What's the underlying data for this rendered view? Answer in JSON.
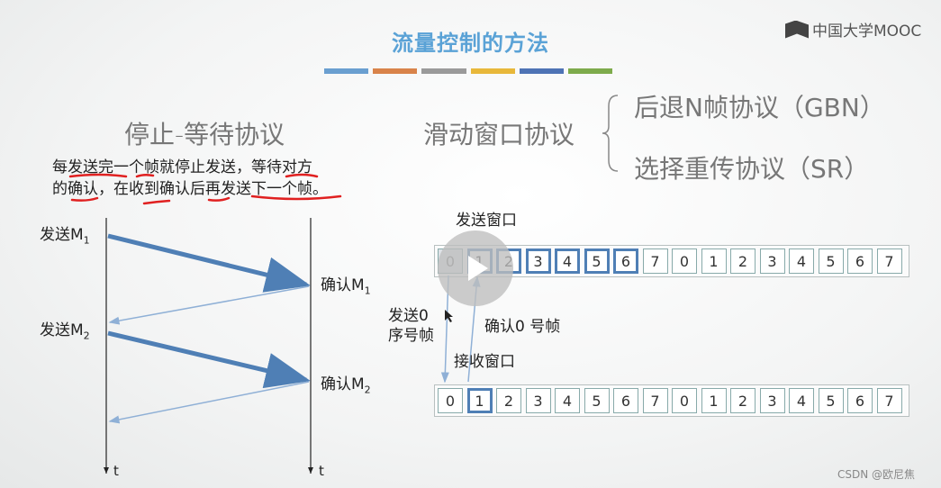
{
  "slide": {
    "title": "流量控制的方法",
    "logo_text": "中国大学MOOC",
    "title_bar_colors": [
      "#6a9fd0",
      "#d9834a",
      "#9a9a9a",
      "#e8b83a",
      "#4e73b5",
      "#7eab4c"
    ],
    "left_heading": "停止-等待协议",
    "right_heading": "滑动窗口协议",
    "gbn_label": "后退N帧协议（GBN）",
    "sr_label": "选择重传协议（SR）",
    "desc_line1": "每发送完一个帧就停止发送，等待对方",
    "desc_line2": "的确认，在收到确认后再发送下一个帧。",
    "send_m1": "发送M",
    "send_m1_sub": "1",
    "send_m2": "发送M",
    "send_m2_sub": "2",
    "ack_m1": "确认M",
    "ack_m1_sub": "1",
    "ack_m2": "确认M",
    "ack_m2_sub": "2",
    "time_left": "t",
    "time_right": "t",
    "send_window_label": "发送窗口",
    "recv_window_label": "接收窗口",
    "send_seq_label_1": "发送0",
    "send_seq_label_2": "序号帧",
    "ack0_label": "确认0 号帧",
    "sender_sequence": [
      "0",
      "1",
      "2",
      "3",
      "4",
      "5",
      "6",
      "7",
      "0",
      "1",
      "2",
      "3",
      "4",
      "5",
      "6",
      "7"
    ],
    "receiver_sequence": [
      "0",
      "1",
      "2",
      "3",
      "4",
      "5",
      "6",
      "7",
      "0",
      "1",
      "2",
      "3",
      "4",
      "5",
      "6",
      "7"
    ],
    "send_window_range": [
      1,
      6
    ],
    "recv_window_index": 1
  },
  "watermark": "CSDN @欧尼焦",
  "colors": {
    "accent": "#4f7fb5",
    "title": "#5aa2d6",
    "arrow": "#5b8ac4",
    "underline": "#e02020"
  }
}
